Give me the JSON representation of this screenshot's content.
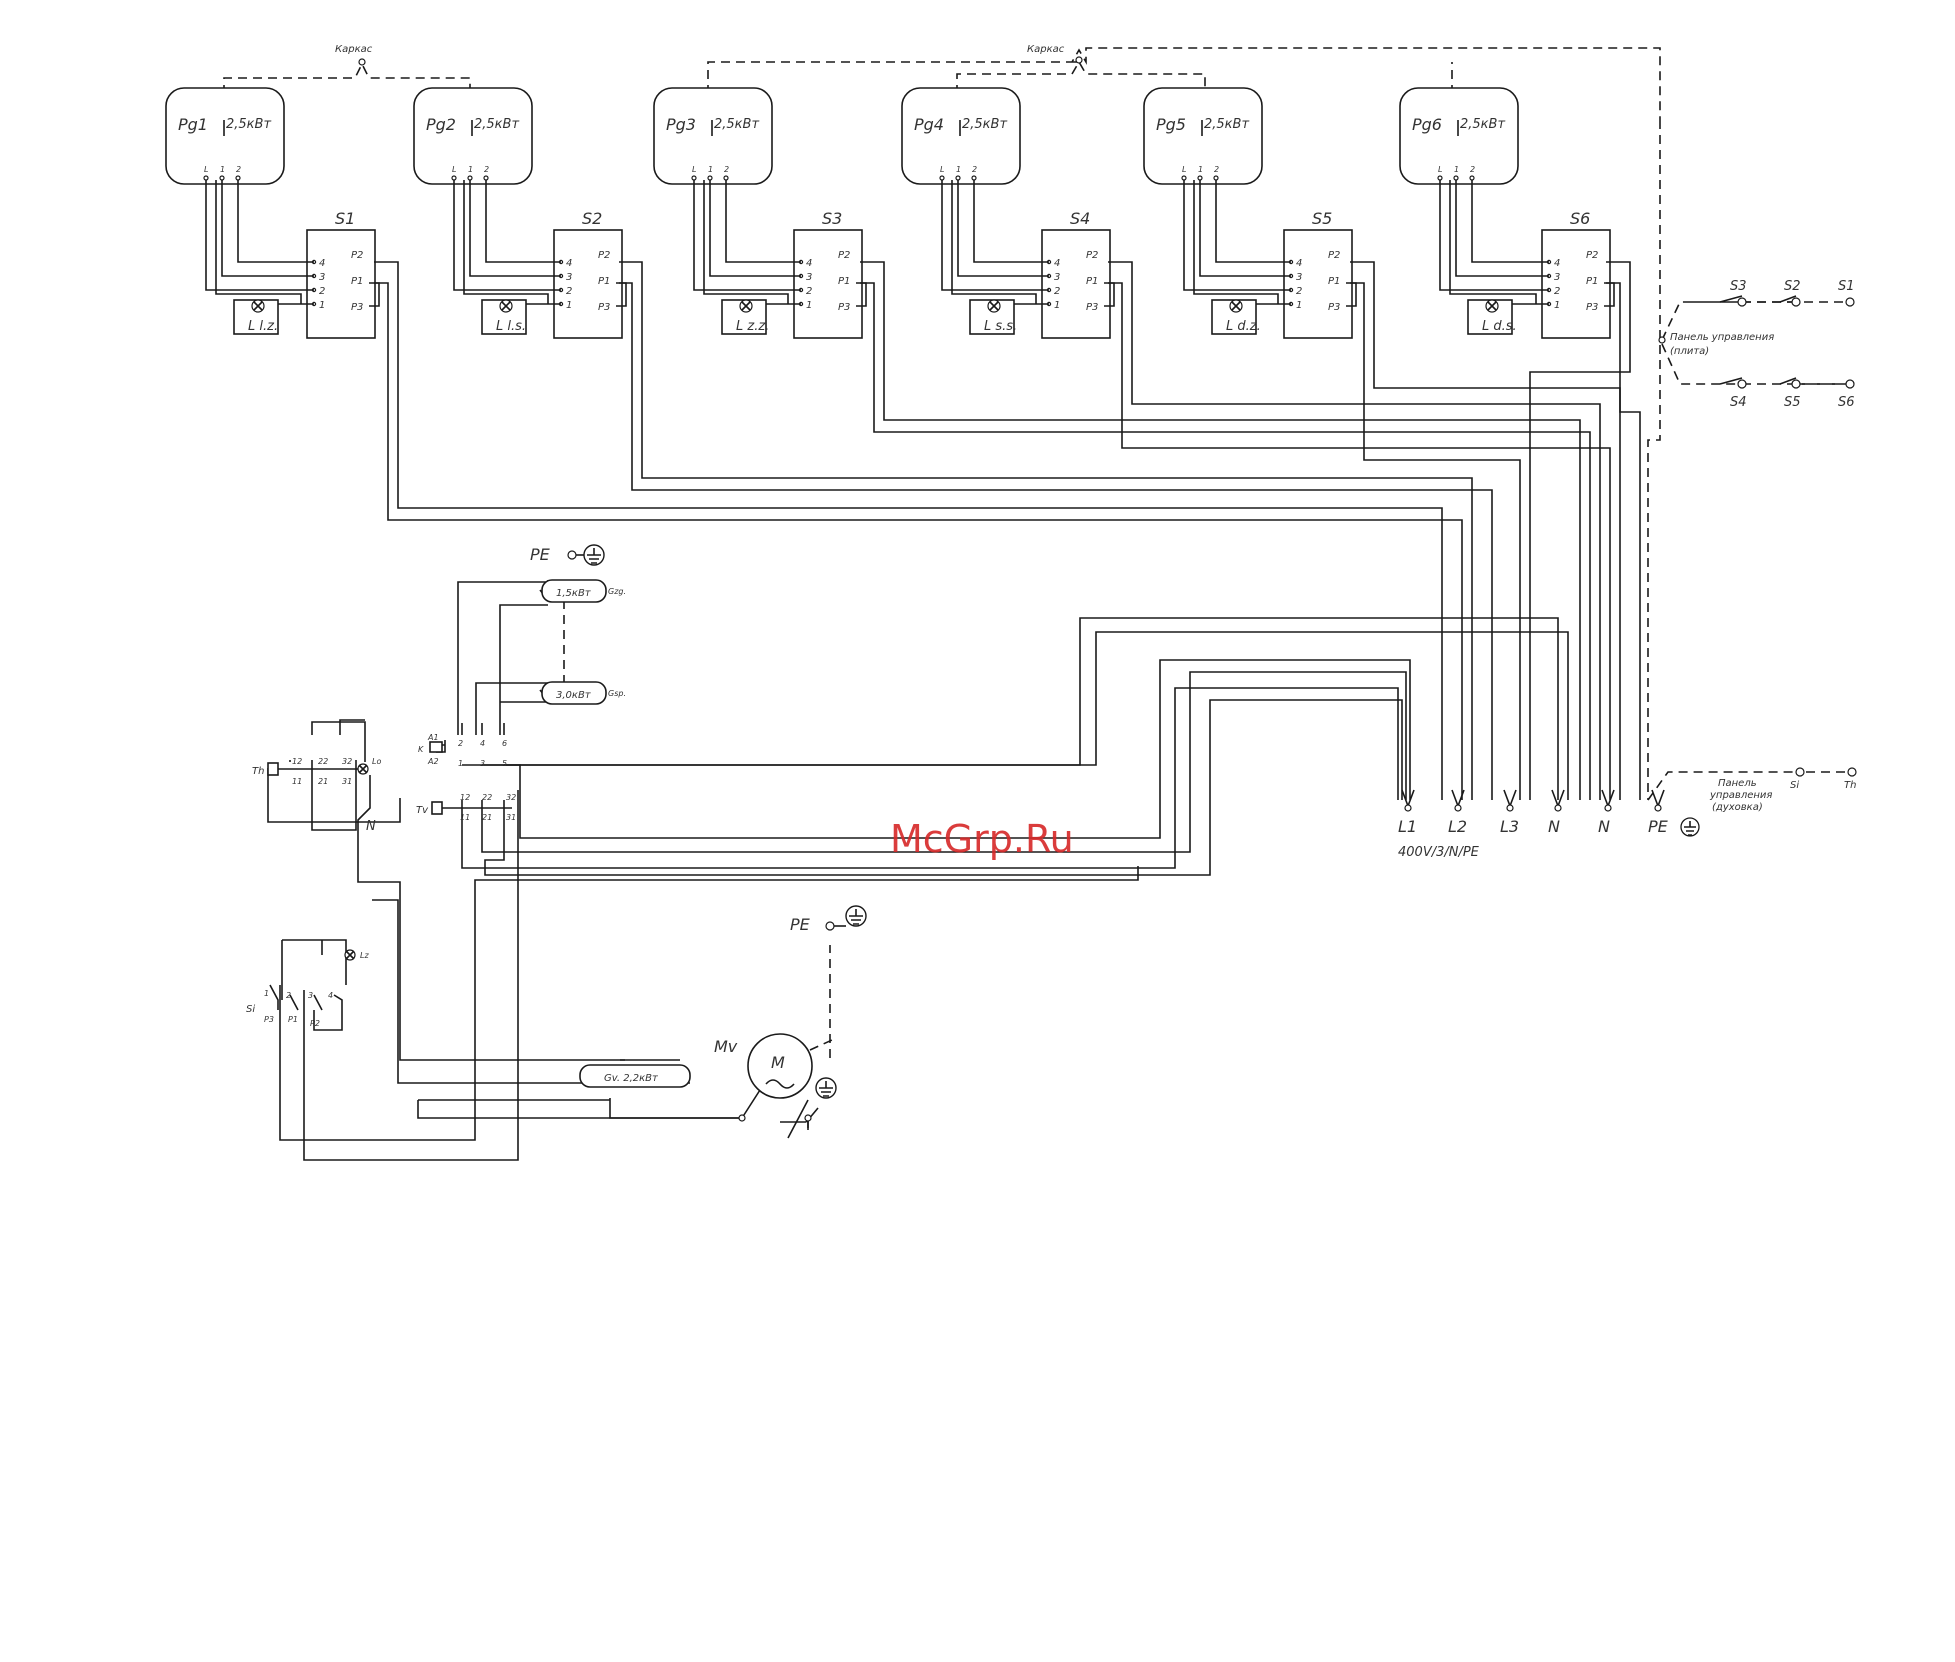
{
  "frame": {
    "left_label": "Каркас",
    "right_label": "Каркас"
  },
  "hotplates": [
    {
      "id": "Pg1",
      "power": "2,5кВт"
    },
    {
      "id": "Pg2",
      "power": "2,5кВт"
    },
    {
      "id": "Pg3",
      "power": "2,5кВт"
    },
    {
      "id": "Pg4",
      "power": "2,5кВт"
    },
    {
      "id": "Pg5",
      "power": "2,5кВт"
    },
    {
      "id": "Pg6",
      "power": "2,5кВт"
    }
  ],
  "plate_terminals": [
    "L",
    "1",
    "2"
  ],
  "switches": [
    {
      "id": "S1",
      "lamp": "L l.z."
    },
    {
      "id": "S2",
      "lamp": "L l.s."
    },
    {
      "id": "S3",
      "lamp": "L z.z."
    },
    {
      "id": "S4",
      "lamp": "L s.s."
    },
    {
      "id": "S5",
      "lamp": "L d.z."
    },
    {
      "id": "S6",
      "lamp": "L d.s."
    }
  ],
  "switch_pins_left": [
    "4",
    "3",
    "2",
    "1"
  ],
  "switch_pins_right": [
    "P2",
    "P1",
    "P3"
  ],
  "panel_stove": {
    "label_line1": "Панель управления",
    "label_line2": "(плита)",
    "top_row": [
      "S3",
      "S2",
      "S1"
    ],
    "bottom_row": [
      "S4",
      "S5",
      "S6"
    ]
  },
  "panel_oven": {
    "label_line1": "Панель",
    "label_line2": "управления",
    "label_line3": "(духовка)",
    "items": [
      "Si",
      "Th"
    ]
  },
  "supply": {
    "terminals": [
      "L1",
      "L2",
      "L3",
      "N",
      "N",
      "PE"
    ],
    "rating": "400V/3/N/PE"
  },
  "oven": {
    "pe_top": "PE",
    "pe_motor": "PE",
    "top_heater_power": "1,5кВт",
    "top_heater_id": "Gzg.",
    "bottom_heater_power": "3,0кВт",
    "bottom_heater_id": "Gsp.",
    "grill_label": "Gv. 2,2кВт",
    "motor_id": "Mv",
    "motor_symbol": "M",
    "contactor": {
      "id": "K",
      "a1": "A1",
      "a2": "A2",
      "top": [
        "2",
        "4",
        "6"
      ],
      "bottom": [
        "1",
        "3",
        "5"
      ]
    },
    "thermostat_th": {
      "id": "Th",
      "top": [
        "12",
        "22",
        "32"
      ],
      "bottom": [
        "11",
        "21",
        "31"
      ]
    },
    "thermostat_tv": {
      "id": "Tv",
      "top": [
        "12",
        "22",
        "32"
      ],
      "bottom": [
        "11",
        "21",
        "31"
      ]
    },
    "lamp_lo": "Lo",
    "lamp_lz": "Lz",
    "neutral": "N",
    "selector": {
      "id": "Si",
      "pins": [
        "1",
        "2",
        "3",
        "4"
      ],
      "contacts": [
        "P3",
        "P1",
        "P2"
      ]
    }
  },
  "watermark": "McGrp.Ru"
}
